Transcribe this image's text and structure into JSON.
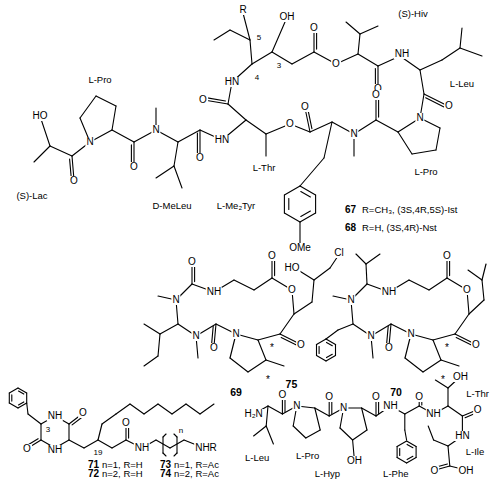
{
  "diagram": {
    "labels": [
      "R",
      "5",
      "OH",
      "4",
      "3",
      "O",
      "O",
      "(S)-Hiv",
      "O",
      "NH",
      "L-Leu",
      "O",
      "N",
      "L-Pro",
      "O",
      "N",
      "O",
      "O",
      "L-Thr",
      "L-Me₂Tyr",
      "OMe",
      "HN",
      "O",
      "HN",
      "O",
      "D-MeLeu",
      "N",
      "O",
      "N",
      "L-Pro",
      "O",
      "HO",
      "(S)-Lac",
      "67",
      "R=CH₃, (3S,4R,5S)-Ist",
      "68",
      "R=H, (3S,4R)-Nst",
      "O",
      "NH",
      "O",
      "O",
      "HO",
      "Cl",
      "O",
      "N",
      "*",
      "*",
      "O",
      "N",
      "N",
      "69",
      "NH",
      "O",
      "O",
      "O",
      "N",
      "*",
      "*",
      "O",
      "N",
      "N",
      "70",
      "NH",
      "3",
      "O",
      "O",
      "NH",
      "19",
      "O",
      "NH",
      "n",
      "NHR",
      "71",
      "n=1, R=H",
      "72",
      "n=2, R=H",
      "73",
      "n=1, R=Ac",
      "74",
      "n=2, R=Ac",
      "H₂N",
      "L-Leu",
      "O",
      "N",
      "L-Pro",
      "O",
      "N",
      "OH",
      "L-Hyp",
      "O",
      "NH",
      "L-Phe",
      "O",
      "NH",
      "OH",
      "L-Thr",
      "O",
      "HN",
      "L-Ile",
      "O",
      "OH",
      "75"
    ]
  }
}
